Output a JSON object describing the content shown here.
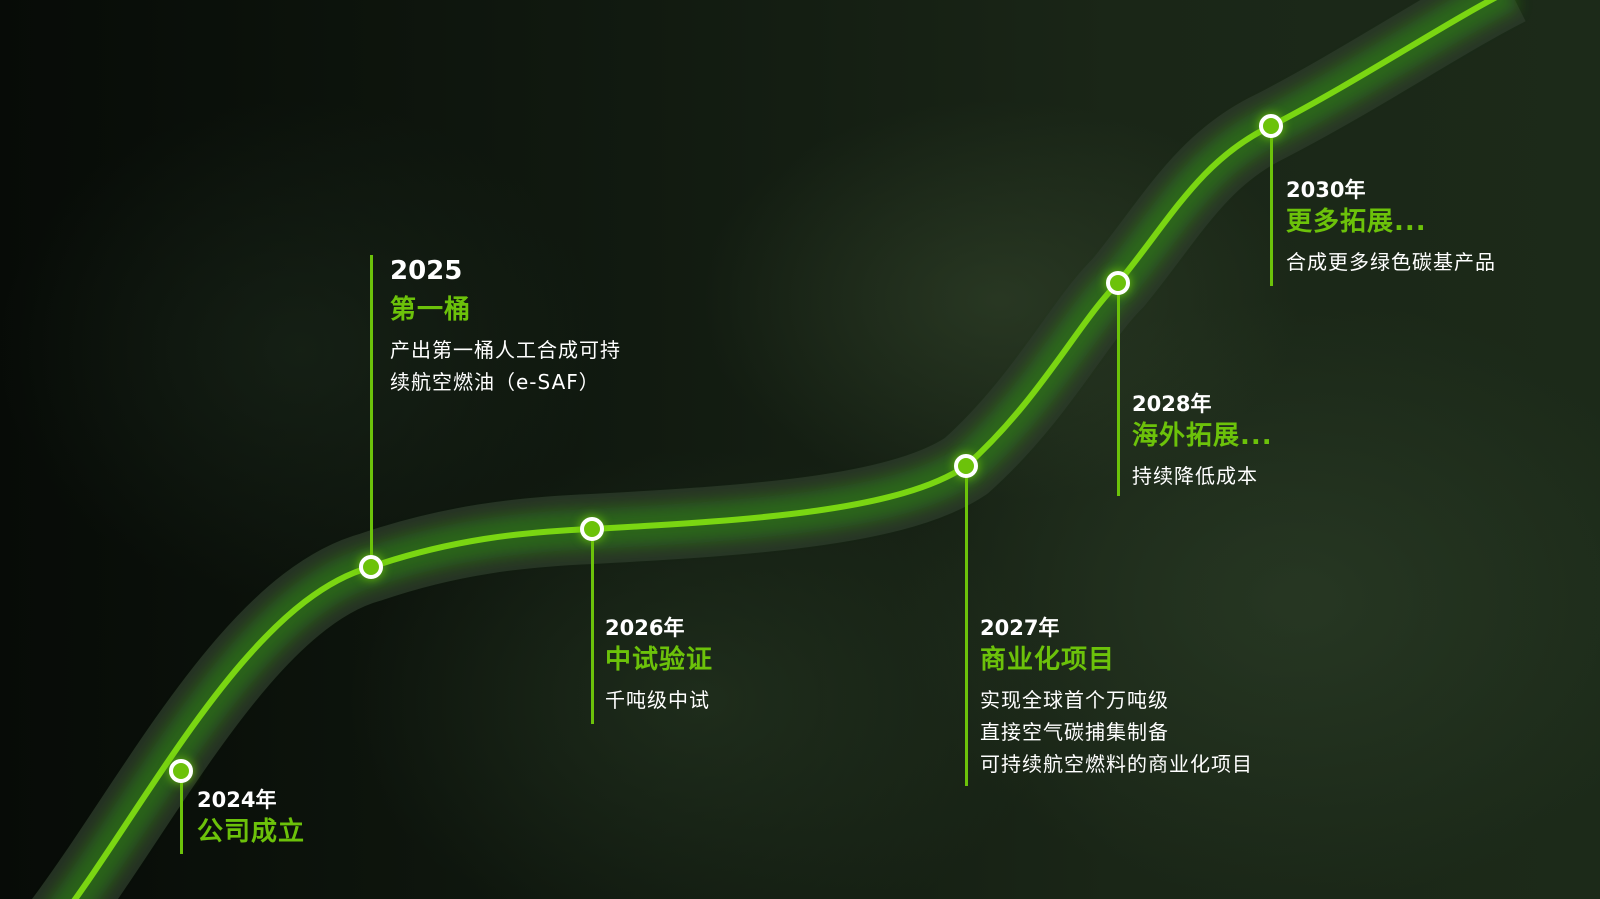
{
  "accent_color": "#6cc20a",
  "milestones": [
    {
      "year": "2024年",
      "title": "公司成立",
      "desc": []
    },
    {
      "year": "2025",
      "title": "第一桶",
      "desc": [
        "产出第一桶人工合成可持",
        "续航空燃油（e-SAF）"
      ]
    },
    {
      "year": "2026年",
      "title": "中试验证",
      "desc": [
        "千吨级中试"
      ]
    },
    {
      "year": "2027年",
      "title": "商业化项目",
      "desc": [
        "实现全球首个万吨级",
        "直接空气碳捕集制备",
        "可持续航空燃料的商业化项目"
      ]
    },
    {
      "year": "2028年",
      "title": "海外拓展...",
      "desc": [
        "持续降低成本"
      ]
    },
    {
      "year": "2030年",
      "title": "更多拓展...",
      "desc": [
        "合成更多绿色碳基产品"
      ]
    }
  ]
}
